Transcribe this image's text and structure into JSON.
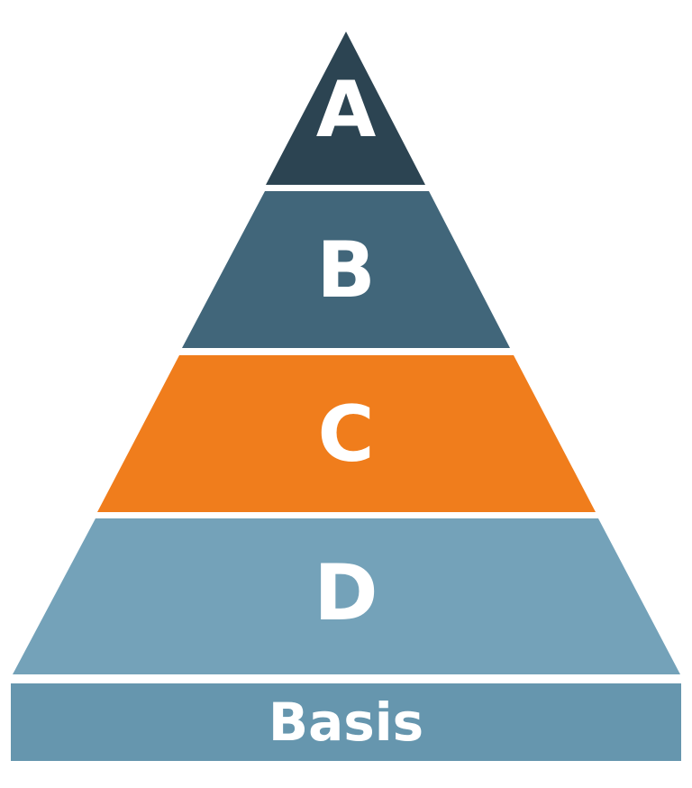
{
  "pyramid": {
    "levels": [
      {
        "label": "A",
        "color": "#2C4452"
      },
      {
        "label": "B",
        "color": "#41667A"
      },
      {
        "label": "C",
        "color": "#F07D1C"
      },
      {
        "label": "D",
        "color": "#74A2B9"
      }
    ],
    "base": {
      "label": "Basis",
      "color": "#6696AE"
    }
  }
}
